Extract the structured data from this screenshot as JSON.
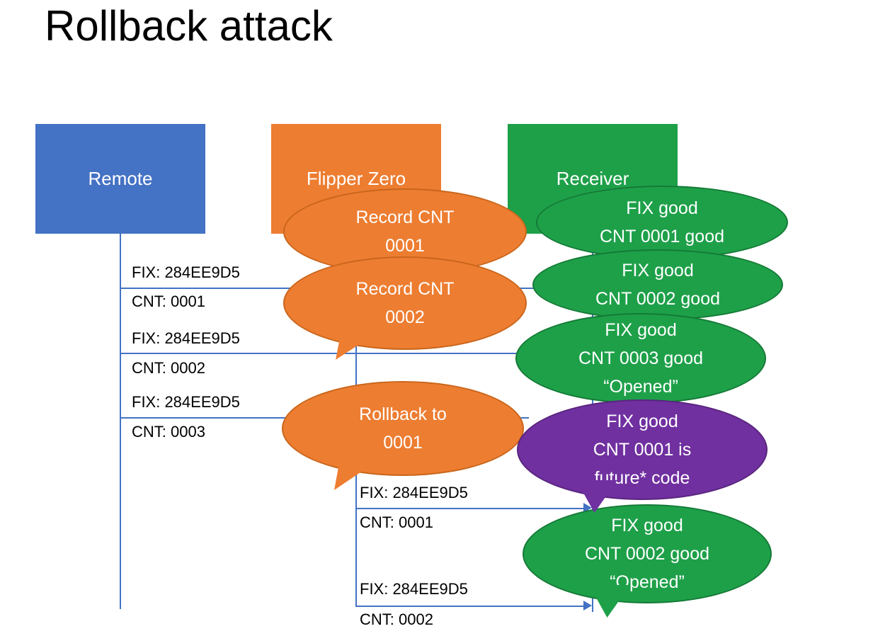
{
  "title": "Rollback attack",
  "actors": {
    "remote": "Remote",
    "flipper": "Flipper Zero",
    "receiver": "Receiver"
  },
  "messages": [
    {
      "fix": "FIX: 284EE9D5",
      "cnt": "CNT: 0001"
    },
    {
      "fix": "FIX: 284EE9D5",
      "cnt": "CNT: 0002"
    },
    {
      "fix": "FIX: 284EE9D5",
      "cnt": "CNT: 0003"
    },
    {
      "fix": "FIX: 284EE9D5",
      "cnt": "CNT: 0001"
    },
    {
      "fix": "FIX: 284EE9D5",
      "cnt": "CNT: 0002"
    }
  ],
  "bubbles": [
    {
      "color": "#ED7D31",
      "lines": [
        "Record CNT",
        "0001"
      ]
    },
    {
      "color": "#ED7D31",
      "lines": [
        "Record CNT",
        "0002"
      ]
    },
    {
      "color": "#ED7D31",
      "lines": [
        "Rollback to",
        "0001"
      ]
    },
    {
      "color": "#1EA049",
      "lines": [
        "FIX good",
        "CNT 0001 good"
      ]
    },
    {
      "color": "#1EA049",
      "lines": [
        "FIX good",
        "CNT 0002 good"
      ]
    },
    {
      "color": "#1EA049",
      "lines": [
        "FIX good",
        "CNT 0003 good",
        "“Opened”"
      ]
    },
    {
      "color": "#7030A0",
      "lines": [
        "FIX good",
        "CNT 0001 is",
        "future* code"
      ]
    },
    {
      "color": "#1EA049",
      "lines": [
        "FIX good",
        "CNT 0002 good",
        "“Opened”"
      ]
    }
  ],
  "colors": {
    "remote_box": "#4472C4",
    "flipper_box": "#ED7D31",
    "receiver_box": "#1EA049",
    "purple_bubble": "#7030A0",
    "connector_line": "#4472C4",
    "bubble_text": "#FFFFFF",
    "label_text": "#000000"
  }
}
